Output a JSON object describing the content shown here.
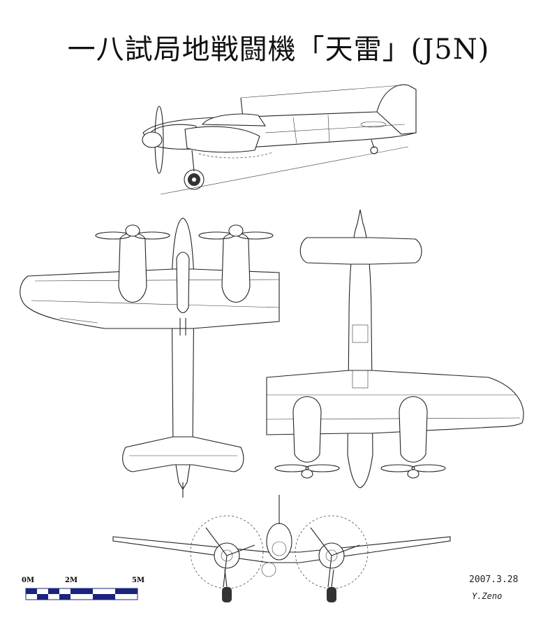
{
  "title": "一八試局地戦闘機「天雷」(J5N)",
  "scale": {
    "labels": [
      "0M",
      "2M",
      "5M"
    ]
  },
  "date": "2007.3.28",
  "author": "Y.Zeno",
  "colors": {
    "line": "#222222",
    "scale_dark": "#1a237e",
    "background": "#ffffff"
  }
}
